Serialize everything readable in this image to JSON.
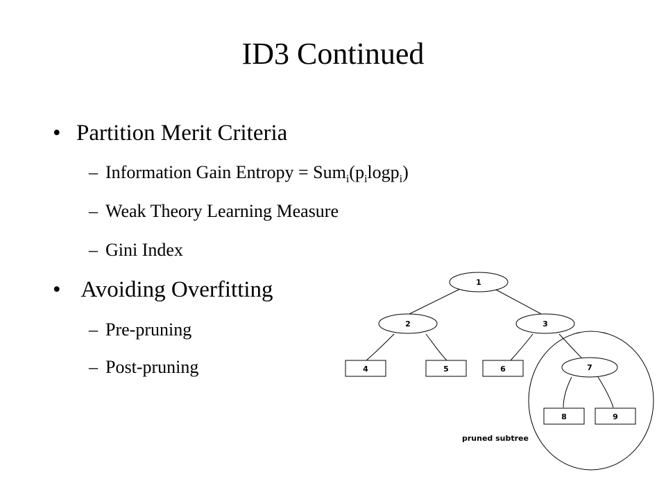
{
  "title": "ID3 Continued",
  "bullet_char": "•",
  "dash_char": "–",
  "sections": [
    {
      "heading": "Partition Merit Criteria",
      "items": [
        "Information  Gain Entropy = Sum",
        "Weak Theory Learning Measure",
        "Gini Index"
      ]
    },
    {
      "heading": " Avoiding Overfitting",
      "items": [
        "Pre-pruning",
        "Post-pruning"
      ]
    }
  ],
  "formula": {
    "sub_i": "i",
    "open": "(p",
    "sub_i2": "i",
    "mid": "logp",
    "sub_i3": "i",
    "close": ")"
  },
  "tree": {
    "nodes": [
      "1",
      "2",
      "3",
      "4",
      "5",
      "6",
      "7",
      "8",
      "9"
    ],
    "caption": "pruned subtree"
  }
}
